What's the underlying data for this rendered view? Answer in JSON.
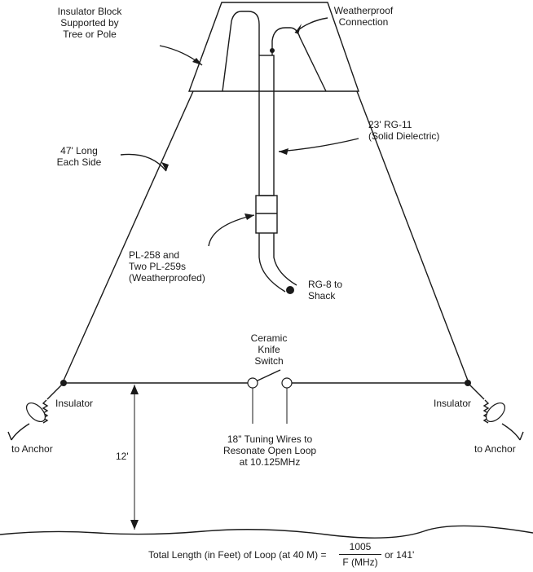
{
  "labels": {
    "insulator_block": [
      "Insulator Block",
      "Supported by",
      "Tree or Pole"
    ],
    "weatherproof": [
      "Weatherproof",
      "Connection"
    ],
    "rg11": [
      "23' RG-11",
      "(Solid Dielectric)"
    ],
    "long_side": [
      "47' Long",
      "Each Side"
    ],
    "connectors": [
      "PL-258 and",
      "Two PL-259s",
      "(Weatherproofed)"
    ],
    "rg8": [
      "RG-8 to",
      "Shack"
    ],
    "switch": [
      "Ceramic",
      "Knife",
      "Switch"
    ],
    "insulator_left": "Insulator",
    "insulator_right": "Insulator",
    "anchor_left": "to Anchor",
    "anchor_right": "to Anchor",
    "height": "12'",
    "tuning": [
      "18\" Tuning Wires to",
      "Resonate Open Loop",
      "at 10.125MHz"
    ]
  },
  "formula": {
    "prefix": "Total Length (in Feet) of Loop (at 40 M) =",
    "numerator": "1005",
    "denominator": "F (MHz)",
    "suffix": "or 141'"
  }
}
